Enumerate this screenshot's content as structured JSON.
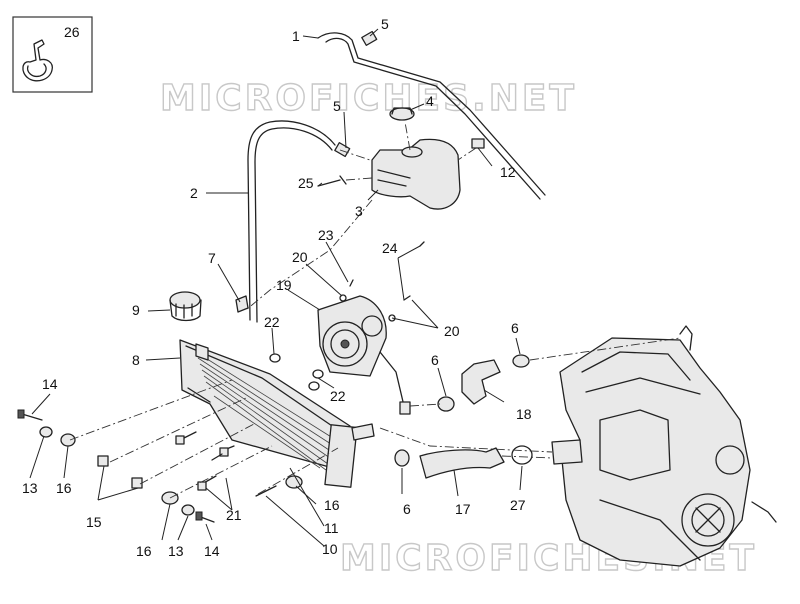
{
  "watermark": {
    "top": "MICROFICHES.NET",
    "bottom": "MICROFICHES.NET"
  },
  "inset_callout": "26",
  "callouts": [
    {
      "id": "c1",
      "text": "1"
    },
    {
      "id": "c2",
      "text": "2"
    },
    {
      "id": "c3",
      "text": "3"
    },
    {
      "id": "c4",
      "text": "4"
    },
    {
      "id": "c5a",
      "text": "5"
    },
    {
      "id": "c5b",
      "text": "5"
    },
    {
      "id": "c6a",
      "text": "6"
    },
    {
      "id": "c6b",
      "text": "6"
    },
    {
      "id": "c6c",
      "text": "6"
    },
    {
      "id": "c7",
      "text": "7"
    },
    {
      "id": "c8",
      "text": "8"
    },
    {
      "id": "c9",
      "text": "9"
    },
    {
      "id": "c10",
      "text": "10"
    },
    {
      "id": "c11",
      "text": "11"
    },
    {
      "id": "c12",
      "text": "12"
    },
    {
      "id": "c13a",
      "text": "13"
    },
    {
      "id": "c13b",
      "text": "13"
    },
    {
      "id": "c14a",
      "text": "14"
    },
    {
      "id": "c14b",
      "text": "14"
    },
    {
      "id": "c15",
      "text": "15"
    },
    {
      "id": "c16a",
      "text": "16"
    },
    {
      "id": "c16b",
      "text": "16"
    },
    {
      "id": "c16c",
      "text": "16"
    },
    {
      "id": "c17",
      "text": "17"
    },
    {
      "id": "c18",
      "text": "18"
    },
    {
      "id": "c19",
      "text": "19"
    },
    {
      "id": "c20a",
      "text": "20"
    },
    {
      "id": "c20b",
      "text": "20"
    },
    {
      "id": "c21",
      "text": "21"
    },
    {
      "id": "c22a",
      "text": "22"
    },
    {
      "id": "c22b",
      "text": "22"
    },
    {
      "id": "c23",
      "text": "23"
    },
    {
      "id": "c24",
      "text": "24"
    },
    {
      "id": "c25",
      "text": "25"
    },
    {
      "id": "c27",
      "text": "27"
    }
  ]
}
